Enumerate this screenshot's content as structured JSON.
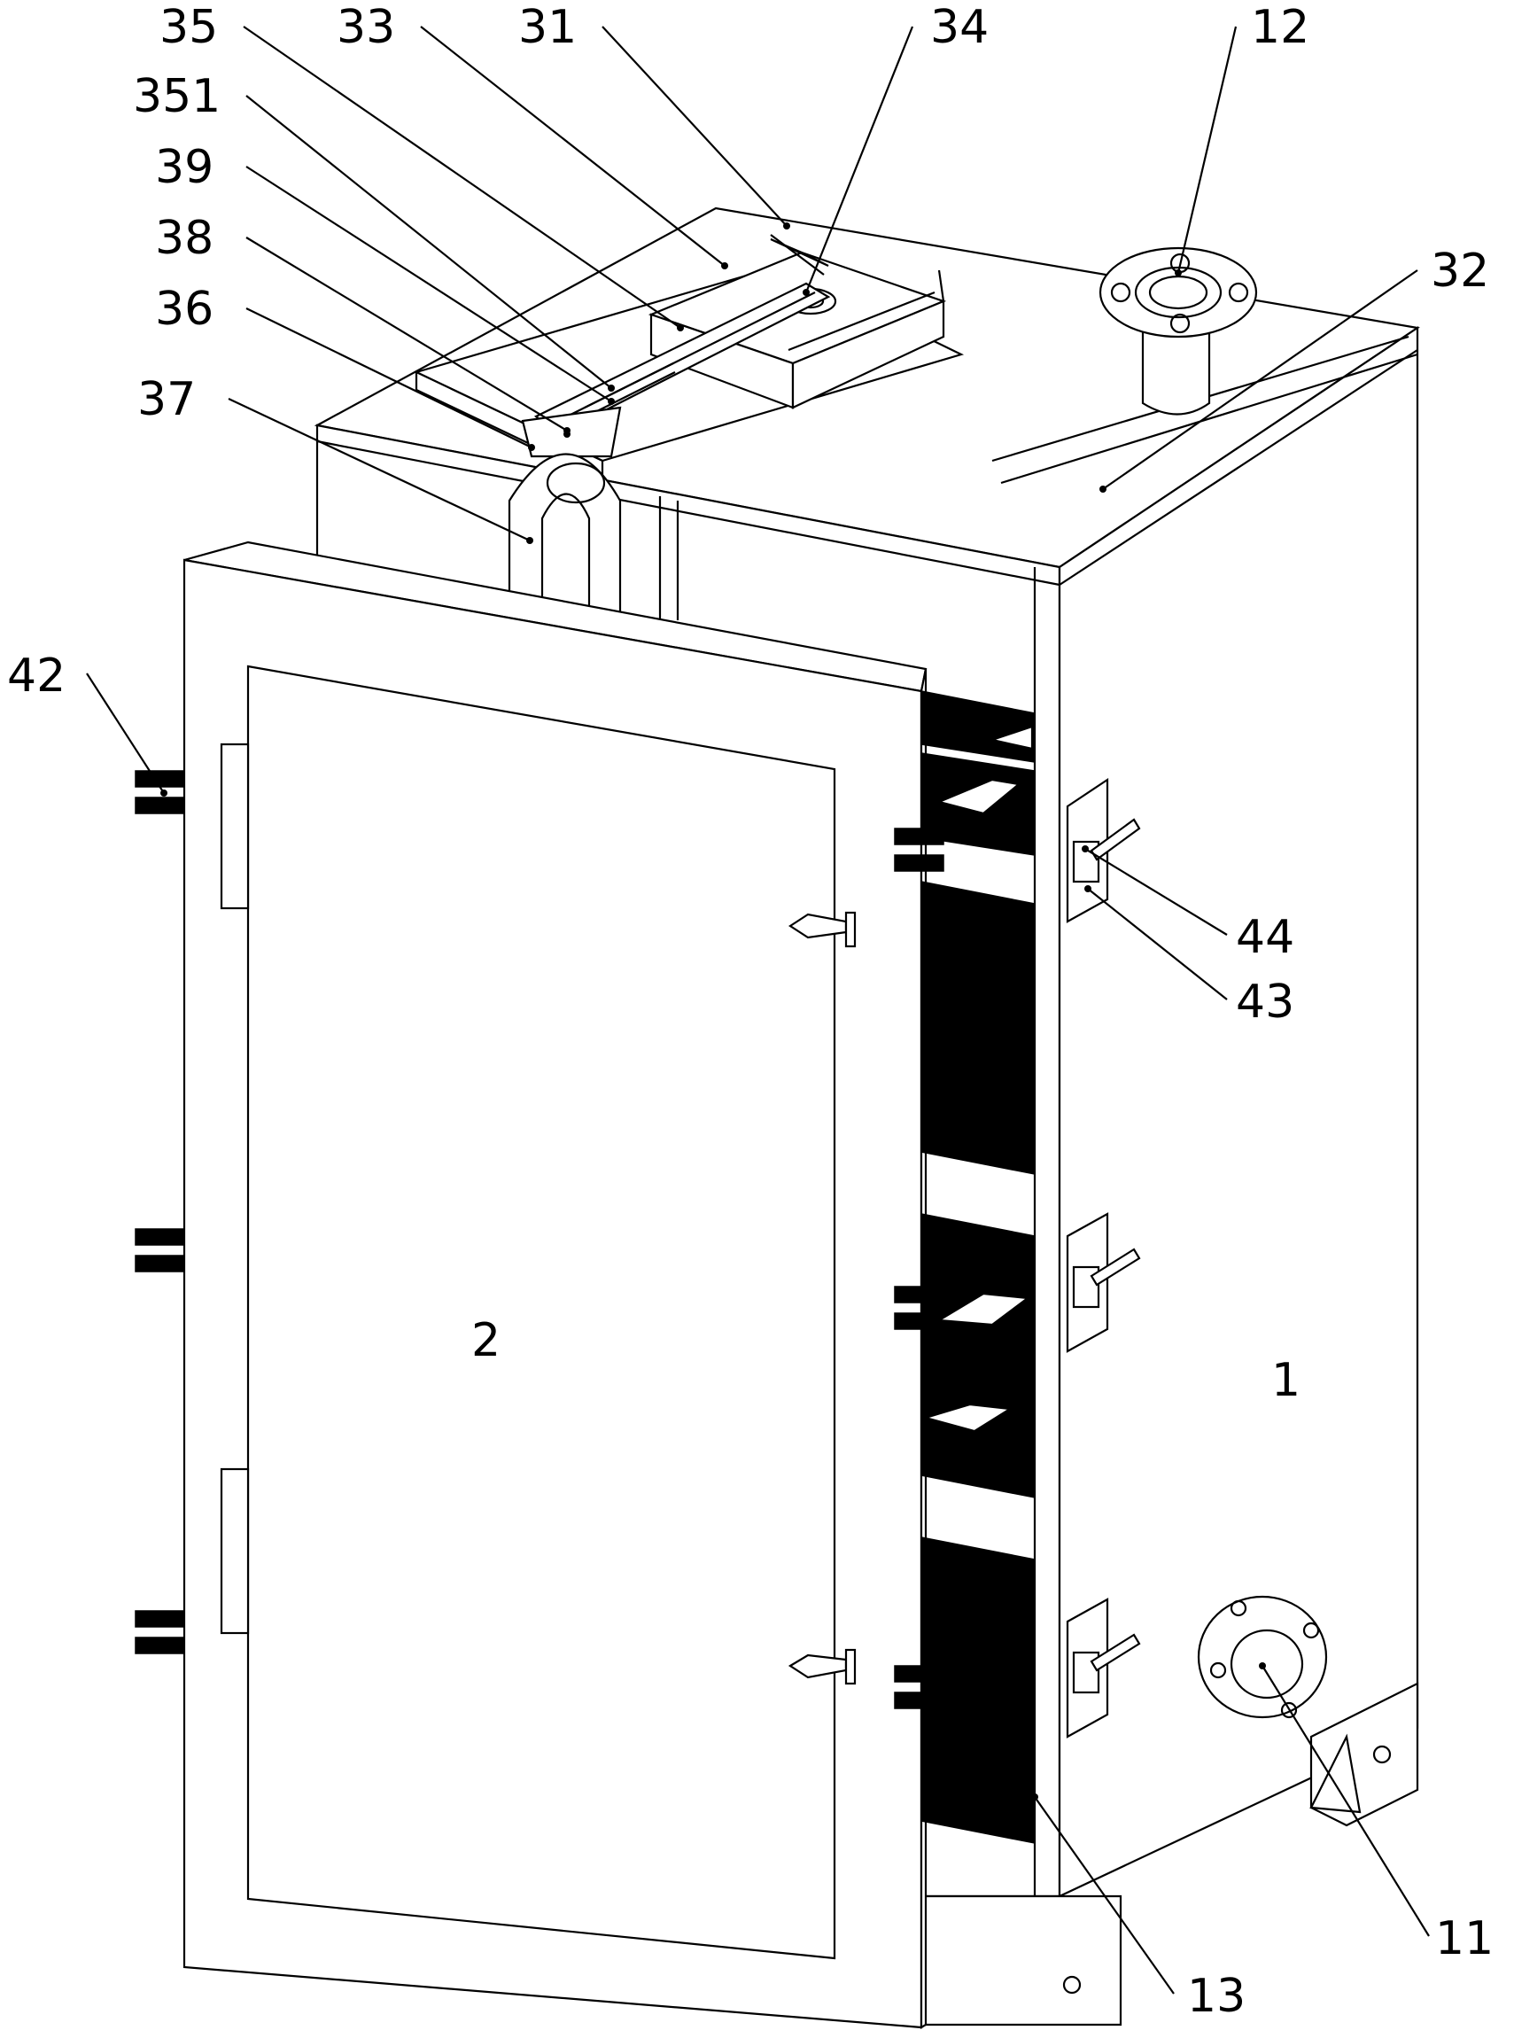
{
  "figure": {
    "labels": {
      "l1": "1",
      "l2": "2",
      "l11": "11",
      "l12": "12",
      "l13": "13",
      "l31": "31",
      "l32": "32",
      "l33": "33",
      "l34": "34",
      "l35": "35",
      "l351": "351",
      "l36": "36",
      "l37": "37",
      "l38": "38",
      "l39": "39",
      "l42": "42",
      "l43": "43",
      "l44": "44"
    }
  }
}
